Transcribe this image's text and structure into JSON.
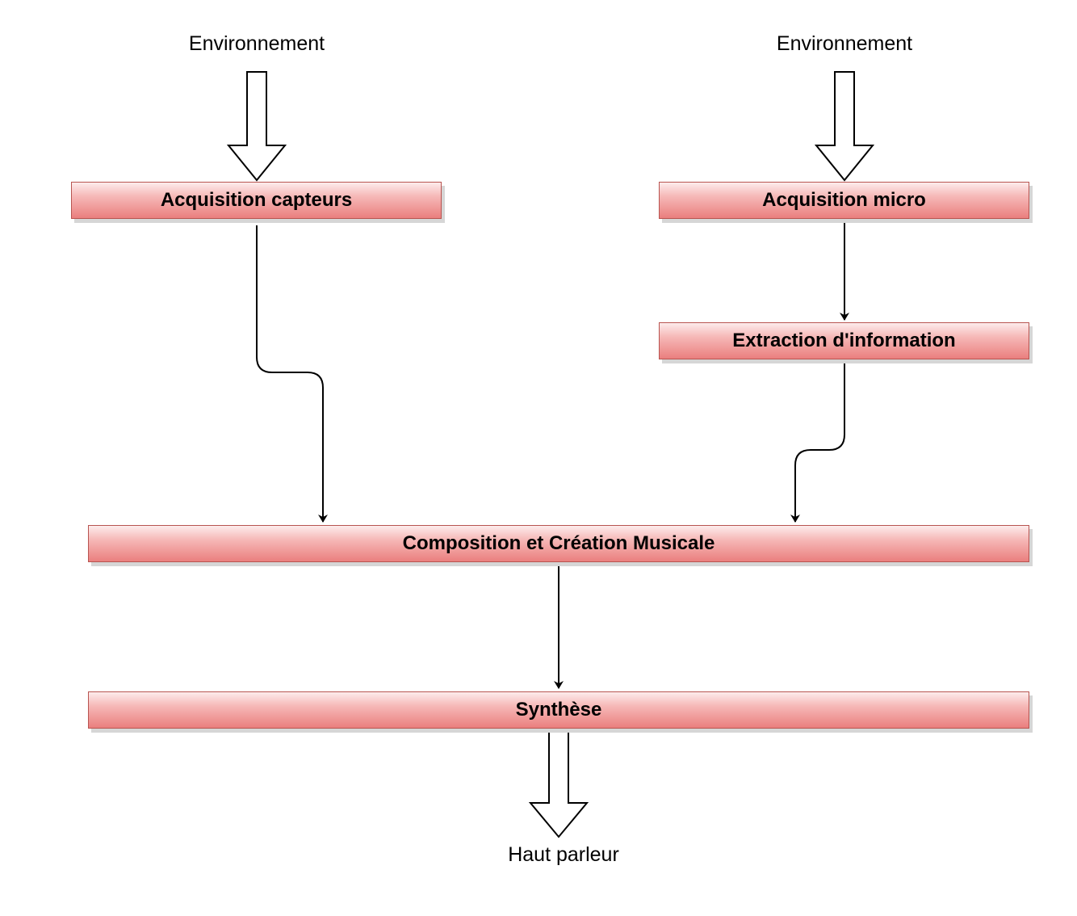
{
  "inputs": {
    "left": "Environnement",
    "right": "Environnement"
  },
  "boxes": {
    "acquisition_capteurs": "Acquisition capteurs",
    "acquisition_micro": "Acquisition micro",
    "extraction": "Extraction d'information",
    "composition": "Composition et Création Musicale",
    "synthese": "Synthèse"
  },
  "output": "Haut parleur",
  "colors": {
    "box_fill_top": "#fdecec",
    "box_fill_bottom": "#ea7f7e",
    "box_border": "#b85450",
    "connector": "#000000"
  }
}
